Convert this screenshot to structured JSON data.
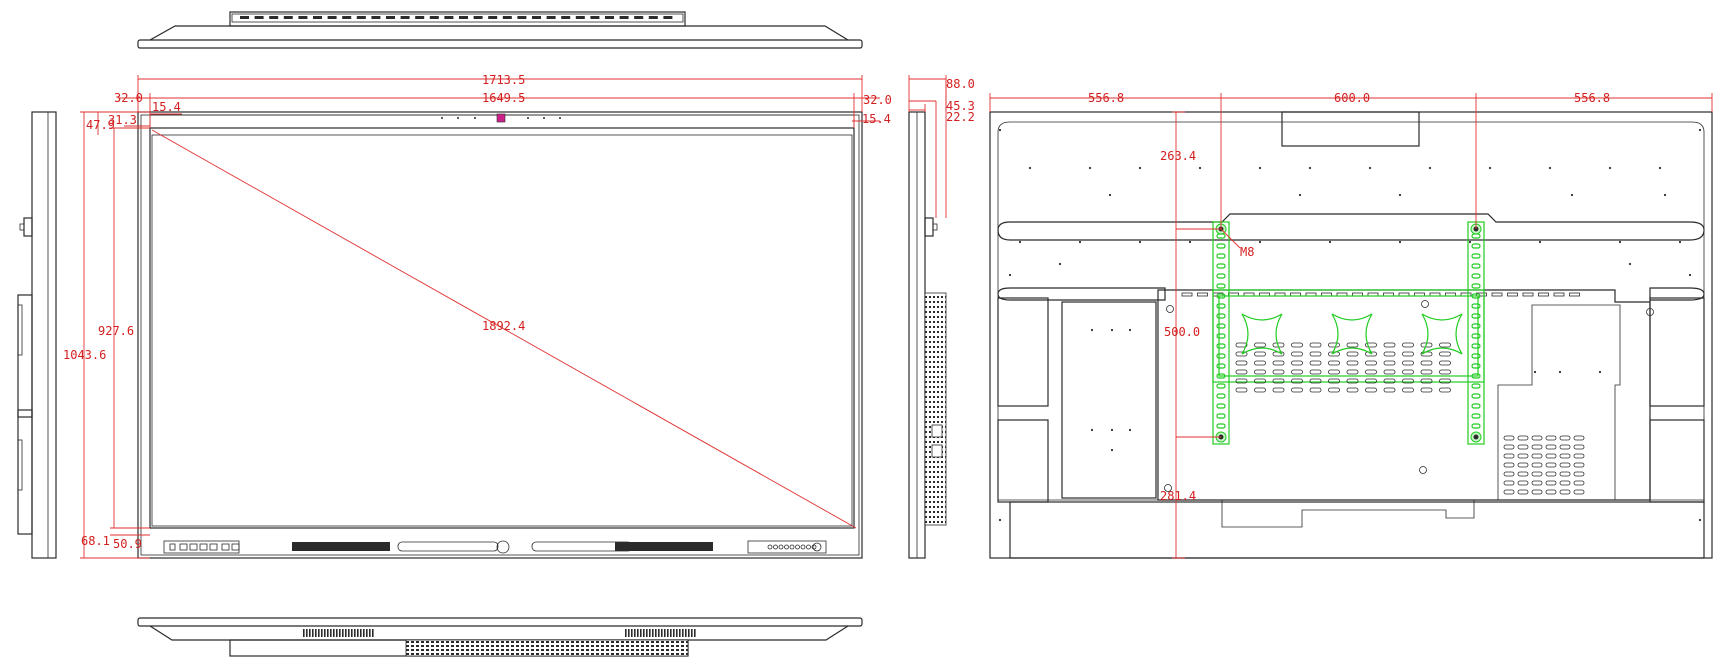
{
  "front_dims": {
    "overall_width": "1713.5",
    "screen_width": "1649.5",
    "left_bezel": "32.0",
    "right_bezel": "32.0",
    "top_inner_left": "15.4",
    "top_inner_right": "15.4",
    "top_bezel_a": "47.9",
    "top_bezel_b": "31.3",
    "screen_height": "927.6",
    "overall_height": "1043.6",
    "diagonal": "1892.4",
    "bottom_bezel_a": "68.1",
    "bottom_bezel_b": "50.9"
  },
  "side_dims": {
    "depth_total": "88.0",
    "depth_body": "45.3",
    "depth_thin": "22.2"
  },
  "back_dims": {
    "left_offset": "556.8",
    "vesa_width": "600.0",
    "right_offset": "556.8",
    "top_offset": "263.4",
    "vesa_height": "500.0",
    "bottom_offset": "281.4",
    "screw_label": "M8"
  },
  "colors": {
    "dimension": "#e03030",
    "outline": "#2b2b2b",
    "bracket": "#22cc22",
    "camera": "#cc2288"
  }
}
